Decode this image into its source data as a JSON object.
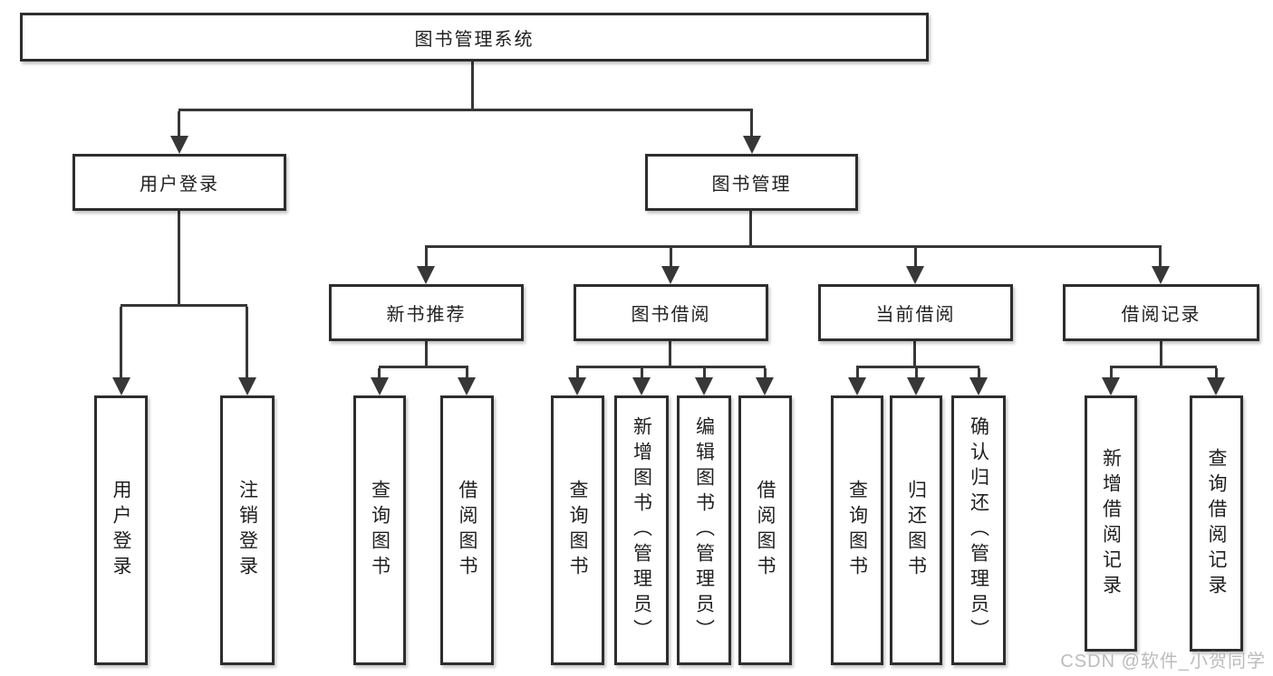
{
  "colors": {
    "line": "#373737",
    "box_border": "#2d2d2d",
    "text": "#1f1f1f",
    "watermark": "#bcbcbc"
  },
  "nodes": {
    "root": "图书管理系统",
    "level2": [
      "用户登录",
      "图书管理"
    ],
    "level3": [
      "新书推荐",
      "图书借阅",
      "当前借阅",
      "借阅记录"
    ],
    "leaves": {
      "user_login": [
        "用户登录",
        "注销登录"
      ],
      "new_book": [
        "查询图书",
        "借阅图书"
      ],
      "book_borrow": [
        "查询图书",
        "新增图书（管理员）",
        "编辑图书（管理员）",
        "借阅图书"
      ],
      "current_borrow": [
        "查询图书",
        "归还图书",
        "确认归还（管理员）"
      ],
      "borrow_record": [
        "新增借阅记录",
        "查询借阅记录"
      ]
    }
  },
  "watermark": "CSDN @软件_小贺同学"
}
